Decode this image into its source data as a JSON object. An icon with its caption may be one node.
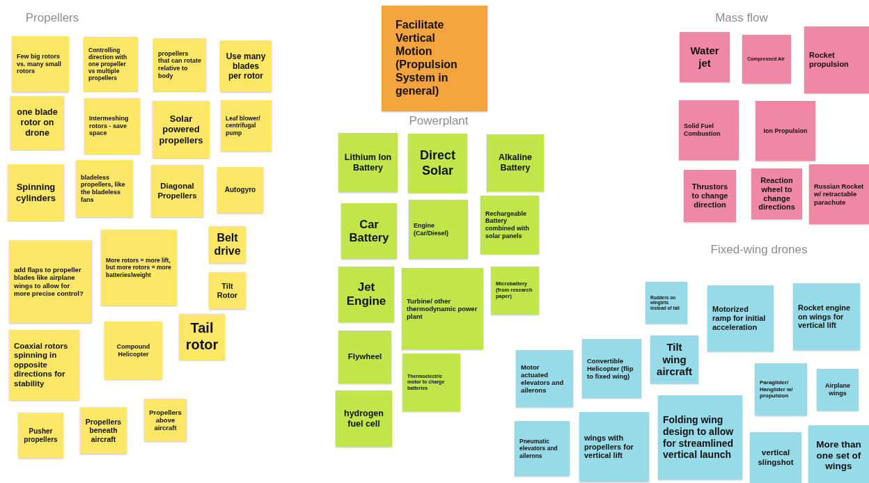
{
  "diagram": {
    "nodes": [
      {
        "text": [
          "Few big rotors vs. many small rotors"
        ]
      },
      {
        "text": [
          "Controlling direction with one propeller vs multiple propellers"
        ]
      },
      {
        "text": [
          "propellers that can rotate relative to body"
        ]
      },
      {
        "text": [
          "Use many blades per rotor"
        ]
      },
      {
        "text": [
          "one blade rotor on drone"
        ]
      },
      {
        "text": [
          "Intermeshing rotors - save space"
        ]
      },
      {
        "text": [
          "Solar powered propellers"
        ]
      },
      {
        "text": [
          "Leaf blower/ centrifugal pump"
        ]
      },
      {
        "text": [
          "Spinning cylinders"
        ]
      },
      {
        "text": [
          "bladeless propellers, like the bladeless fans"
        ]
      },
      {
        "text": [
          "Diagonal Propellers"
        ]
      },
      {
        "text": [
          "Autogyro"
        ]
      },
      {
        "text": [
          "add flaps to propeller blades like airplane wings to allow for more precise control?"
        ]
      },
      {
        "text": [
          "More rotors = more lift, but more rotors = more batteries/weight"
        ]
      },
      {
        "text": [
          "Belt drive"
        ]
      },
      {
        "text": [
          "Tilt Rotor"
        ]
      },
      {
        "text": [
          "Coaxial rotors spinning in opposite directions for stability"
        ]
      },
      {
        "text": [
          "Compound Helicopter"
        ]
      },
      {
        "text": [
          "Tail rotor"
        ]
      },
      {
        "text": [
          "Pusher propellers"
        ]
      },
      {
        "text": [
          "Propellers beneath aircraft"
        ]
      },
      {
        "text": [
          "Propellers above aircraft"
        ]
      },
      {
        "text": [
          "Facilitate Vertical Motion (Propulsion System in general)"
        ]
      },
      {
        "text": [
          "Lithium Ion Battery"
        ]
      },
      {
        "text": [
          "Direct Solar"
        ]
      },
      {
        "text": [
          "Alkaline Battery"
        ]
      },
      {
        "text": [
          "Car Battery"
        ]
      },
      {
        "text": [
          "Engine (Car/Diesel)"
        ]
      },
      {
        "text": [
          "Rechargeable Battery combined with solar panels"
        ]
      },
      {
        "text": [
          "Jet Engine"
        ]
      },
      {
        "text": [
          "Turbine/ other thermodynamic power plant"
        ]
      },
      {
        "text": [
          "Microbattery (from research paper)"
        ]
      },
      {
        "text": [
          "Flywheel"
        ]
      },
      {
        "text": [
          "Thermoelectric motor to charge batteries"
        ]
      },
      {
        "text": [
          "hydrogen fuel cell"
        ]
      },
      {
        "text": [
          "Water jet"
        ]
      },
      {
        "text": [
          "Compressed Air"
        ]
      },
      {
        "text": [
          "Rocket propulsion"
        ]
      },
      {
        "text": [
          "Solid Fuel Combustion"
        ]
      },
      {
        "text": [
          "Ion Propulsion"
        ]
      },
      {
        "text": [
          "Thrustors to change direction"
        ]
      },
      {
        "text": [
          "Reaction wheel to change directions"
        ]
      },
      {
        "text": [
          "Russian Rocket w/ retractable parachute"
        ]
      },
      {
        "text": [
          "Rudders on winglets instead of tail"
        ]
      },
      {
        "text": [
          "Motorized ramp for initial acceleration"
        ]
      },
      {
        "text": [
          "Rocket engine on wings for vertical lift"
        ]
      },
      {
        "text": [
          "Motor actuated elevators and ailerons"
        ]
      },
      {
        "text": [
          "Convertible Helicopter (flip to fixed wing)"
        ]
      },
      {
        "text": [
          "Tilt wing aircraft"
        ]
      },
      {
        "text": [
          "Paraglider/ Hanglider w/ propulsion"
        ]
      },
      {
        "text": [
          "Airplane wings"
        ]
      },
      {
        "text": [
          "Pneumatic elevators and ailerons"
        ]
      },
      {
        "text": [
          "wings with propellers for vertical lift"
        ]
      },
      {
        "text": [
          "Folding wing design to allow for streamlined vertical launch"
        ]
      },
      {
        "text": [
          "vertical slingshot"
        ]
      },
      {
        "text": [
          "More than one set of wings"
        ]
      }
    ],
    "labels": [
      "Propellers",
      "Mass flow",
      "Powerplant",
      "Fixed-wing drones"
    ]
  }
}
